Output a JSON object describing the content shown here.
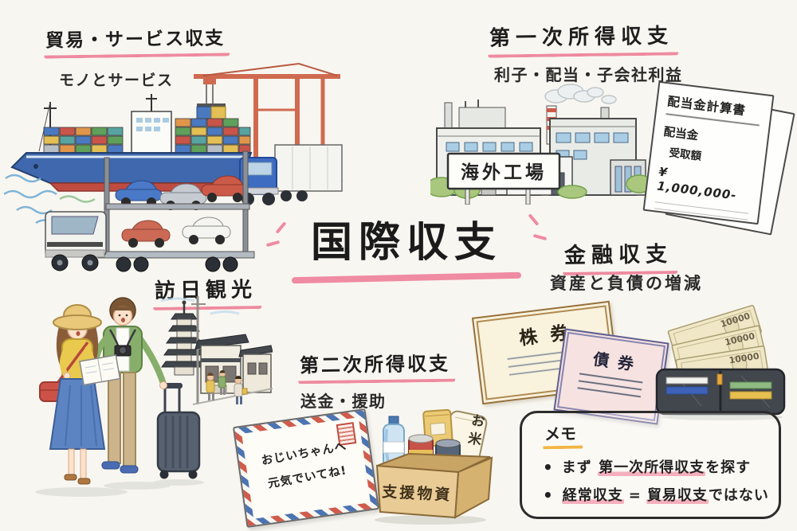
{
  "page": {
    "background": "#f8f6f0",
    "ink": "#222222",
    "accent_pink": "#ee8aa0",
    "accent_yellow": "#f2b544"
  },
  "center": {
    "title": "国際収支"
  },
  "labels": {
    "trade": {
      "title": "貿易・サービス収支",
      "subtitle": "モノとサービス"
    },
    "primary_income": {
      "title": "第一次所得収支",
      "subtitle": "利子・配当・子会社利益"
    },
    "financial": {
      "title": "金融収支",
      "subtitle": "資産と負債の増減"
    },
    "secondary_income": {
      "title": "第二次所得収支",
      "subtitle": "送金・援助"
    },
    "tourism": {
      "title": "訪日観光"
    }
  },
  "factory": {
    "sign": "海外工場"
  },
  "dividend_statement": {
    "title": "配当金計算書",
    "line1": "配当金",
    "line2": "受取額",
    "amount": "¥ 1,000,000-"
  },
  "certificates": {
    "stock": "株券",
    "bond": "債券"
  },
  "wallet": {
    "bill_value": "10000"
  },
  "envelope": {
    "line1": "おじいちゃんへ",
    "line2": "元気でいてね!"
  },
  "supply_box": {
    "label": "支援物資",
    "rice_bag": "お米"
  },
  "memo": {
    "title": "メモ",
    "bullet": "•",
    "item1": {
      "pre": "まず ",
      "highlight": "第一次所得収支",
      "post": "を探す"
    },
    "item2": {
      "highlight1": "経常収支",
      "equals": "=",
      "highlight2": "貿易収支",
      "post": "ではない"
    }
  }
}
